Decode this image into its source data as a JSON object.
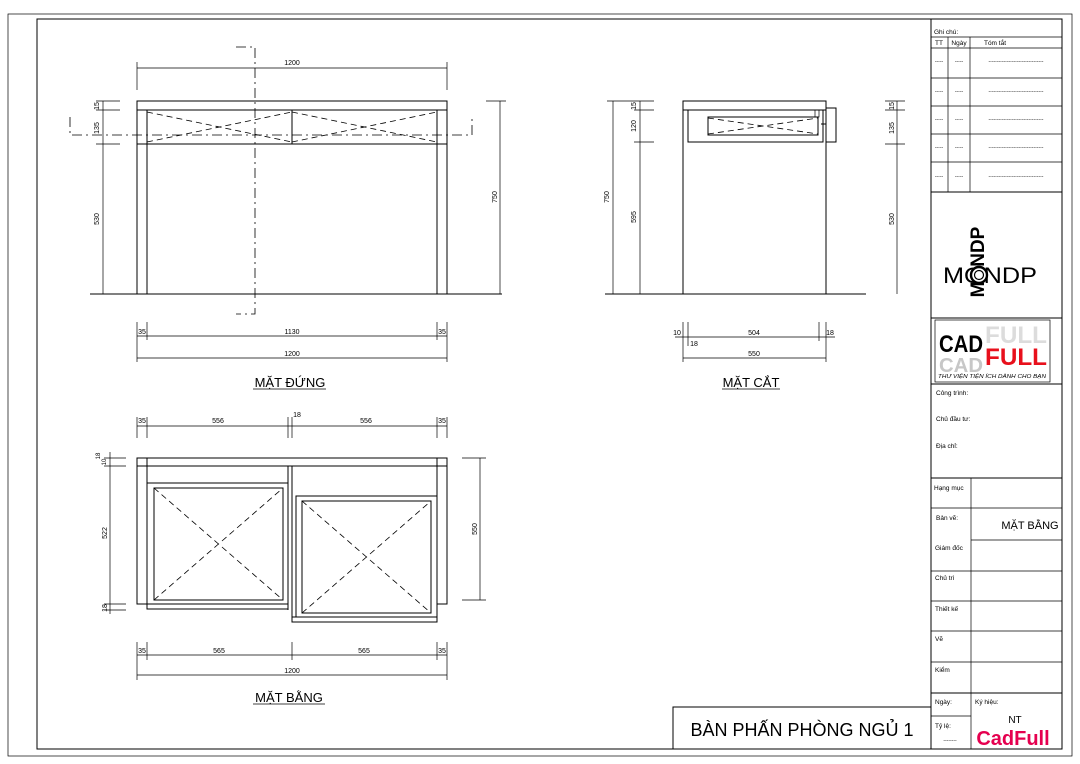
{
  "views": {
    "front": {
      "title": "MẶT ĐỨNG",
      "dim_top": "1200",
      "dim_left": [
        "15",
        "135",
        "530"
      ],
      "dim_right": "750",
      "dim_bottom_row1": [
        "35",
        "1130",
        "35"
      ],
      "dim_bottom_total": "1200"
    },
    "section": {
      "title": "MẶT CẮT",
      "dim_left_inner": [
        "15",
        "120",
        "595"
      ],
      "dim_left_outer": "750",
      "dim_right": [
        "15",
        "135",
        "530"
      ],
      "dim_bottom_row1": [
        "10",
        "504",
        "18"
      ],
      "dim_bottom_sub": "18",
      "dim_bottom_total": "550"
    },
    "plan": {
      "title": "MẶT BẰNG",
      "dim_top": [
        "35",
        "556",
        "18",
        "556",
        "35"
      ],
      "dim_left": [
        "18",
        "10",
        "522",
        "18"
      ],
      "dim_right": "550",
      "dim_bottom_row1": [
        "35",
        "565",
        "565",
        "35"
      ],
      "dim_bottom_total": "1200"
    }
  },
  "title_block": {
    "notes_label": "Ghi chú:",
    "col_tt": "TT",
    "col_date": "Ngày",
    "col_summary": "Tóm tắt",
    "note_rows": [
      "-----",
      "-----",
      "-----",
      "-----",
      "-----"
    ],
    "note_dashes": "---------------------------------",
    "logo_mondp_vertical": "MONDP",
    "logo_mondp": "MONDP",
    "logo_cad": "CAD",
    "logo_full": "FULL",
    "logo_tagline": "THƯ VIỆN TIỆN ÍCH DÀNH CHO BẠN",
    "project_label": "Công trình:",
    "owner_label": "Chủ đầu tư:",
    "address_label": "Địa chỉ:",
    "category_label": "Hạng mục",
    "drawing_label": "Bản vẽ:",
    "drawing_value": "MẶT BẰNG",
    "director_label": "Giám đốc",
    "lead_label": "Chủ trì",
    "designer_label": "Thiết kế",
    "drafter_label": "Vẽ",
    "checker_label": "Kiểm",
    "date_label": "Ngày:",
    "code_label": "Ký hiệu:",
    "code_value": "NT",
    "scale_label": "Tỷ lệ:",
    "scale_value": "--------",
    "watermark": "CadFull"
  },
  "sheet_title": "BÀN PHẤN PHÒNG NGỦ 1",
  "colors": {
    "line": "#000000",
    "brand_red": "#e8101c",
    "watermark": "#e5004f",
    "logo_grey": "#9a9a9a"
  }
}
